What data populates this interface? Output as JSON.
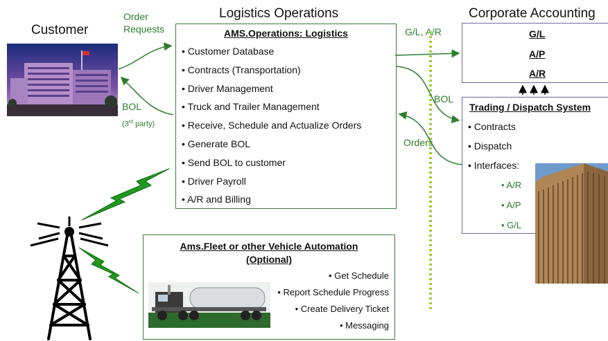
{
  "colors": {
    "green": "#2e7d2e",
    "dotted": "#9acd32",
    "box_border": "#3a7a3a",
    "bolt": "#1e9a1e"
  },
  "customer": {
    "heading": "Customer"
  },
  "labels": {
    "order_requests_1": "Order",
    "order_requests_2": "Requests",
    "bol_left": "BOL",
    "third_party_pre": "(3",
    "third_party_sup": "rd",
    "third_party_post": " party)",
    "gl_ar": "G/L, A/R",
    "bol_right": "BOL",
    "orders": "Orders"
  },
  "logistics": {
    "heading": "Logistics Operations",
    "title": "AMS.Operations:  Logistics",
    "items": [
      "Customer Database",
      "Contracts (Transportation)",
      "Driver Management",
      "Truck and Trailer Management",
      "Receive, Schedule and Actualize Orders",
      "Generate BOL",
      "Send BOL to customer",
      "Driver Payroll",
      "A/R and Billing"
    ]
  },
  "corporate": {
    "heading": "Corporate Accounting",
    "items": [
      "G/L",
      "A/P",
      "A/R"
    ]
  },
  "trading": {
    "title": "Trading / Dispatch System",
    "items": [
      "Contracts",
      "Dispatch",
      "Interfaces:"
    ],
    "interfaces": [
      "A/R",
      "A/P",
      "G/L"
    ]
  },
  "fleet": {
    "title_line1": "Ams.Fleet or other Vehicle Automation",
    "title_line2": "(Optional)",
    "items": [
      "Get Schedule",
      "Report Schedule Progress",
      "Create Delivery Ticket",
      "Messaging"
    ]
  },
  "icons": [
    "office-building-photo",
    "radio-tower-icon",
    "lightning-bolt-icon",
    "tanker-truck-photo",
    "skyscraper-photo"
  ]
}
